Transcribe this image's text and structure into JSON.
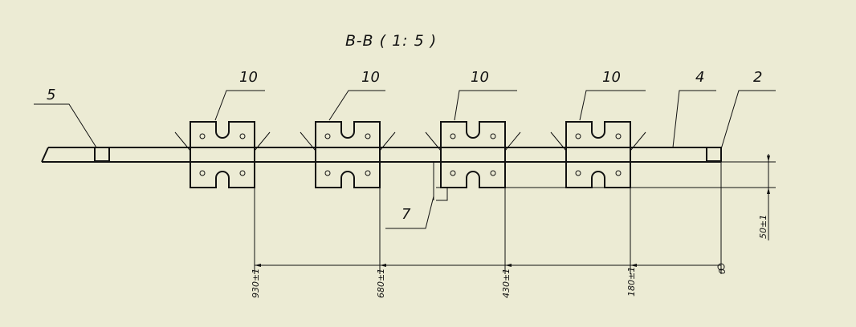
{
  "view": {
    "title": "B-B ( 1: 5 )"
  },
  "callouts": {
    "item_5": "5",
    "item_10_a": "10",
    "item_10_b": "10",
    "item_10_c": "10",
    "item_10_d": "10",
    "item_4": "4",
    "item_2": "2",
    "item_7": "7"
  },
  "dimensions": {
    "d930": "930±1",
    "d680": "680±1",
    "d430": "430±1",
    "d180": "180±1",
    "origin": "0",
    "vertical": "50±1"
  },
  "colors": {
    "background": "#ecebd4",
    "ink": "#111111"
  }
}
